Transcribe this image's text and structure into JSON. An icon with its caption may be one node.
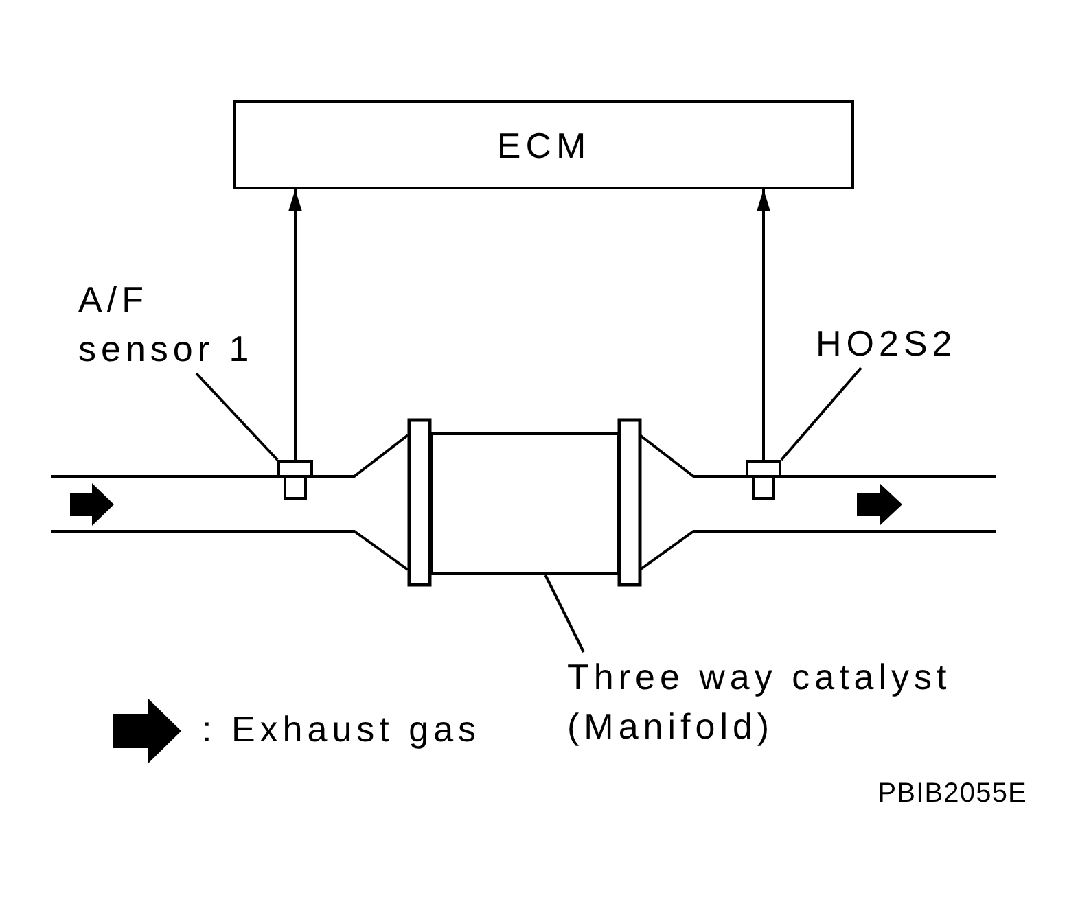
{
  "diagram": {
    "nodes": [
      {
        "text": [
          "ECM"
        ]
      },
      {
        "text": [
          "A/F sensor 1"
        ]
      },
      {
        "text": [
          "HO2S2"
        ]
      },
      {
        "text": [],
        "shape": "picture"
      },
      {
        "text": [],
        "shape": "picture"
      },
      {
        "text": [],
        "shape": "box"
      },
      {
        "text": [
          "Three way catalyst (Manifold)"
        ]
      }
    ],
    "edges": [
      {
        "from": 3,
        "to": 0,
        "arrow": "to"
      },
      {
        "from": 4,
        "to": 0,
        "arrow": "to"
      },
      {
        "from": 1,
        "to": 3,
        "arrow": "none"
      },
      {
        "from": 2,
        "to": 4,
        "arrow": "none"
      },
      {
        "from": 6,
        "to": 5,
        "arrow": "none"
      }
    ],
    "labels": [
      "PBIB2055E"
    ],
    "legend": [
      {
        "text": ": Exhaust gas"
      }
    ]
  }
}
